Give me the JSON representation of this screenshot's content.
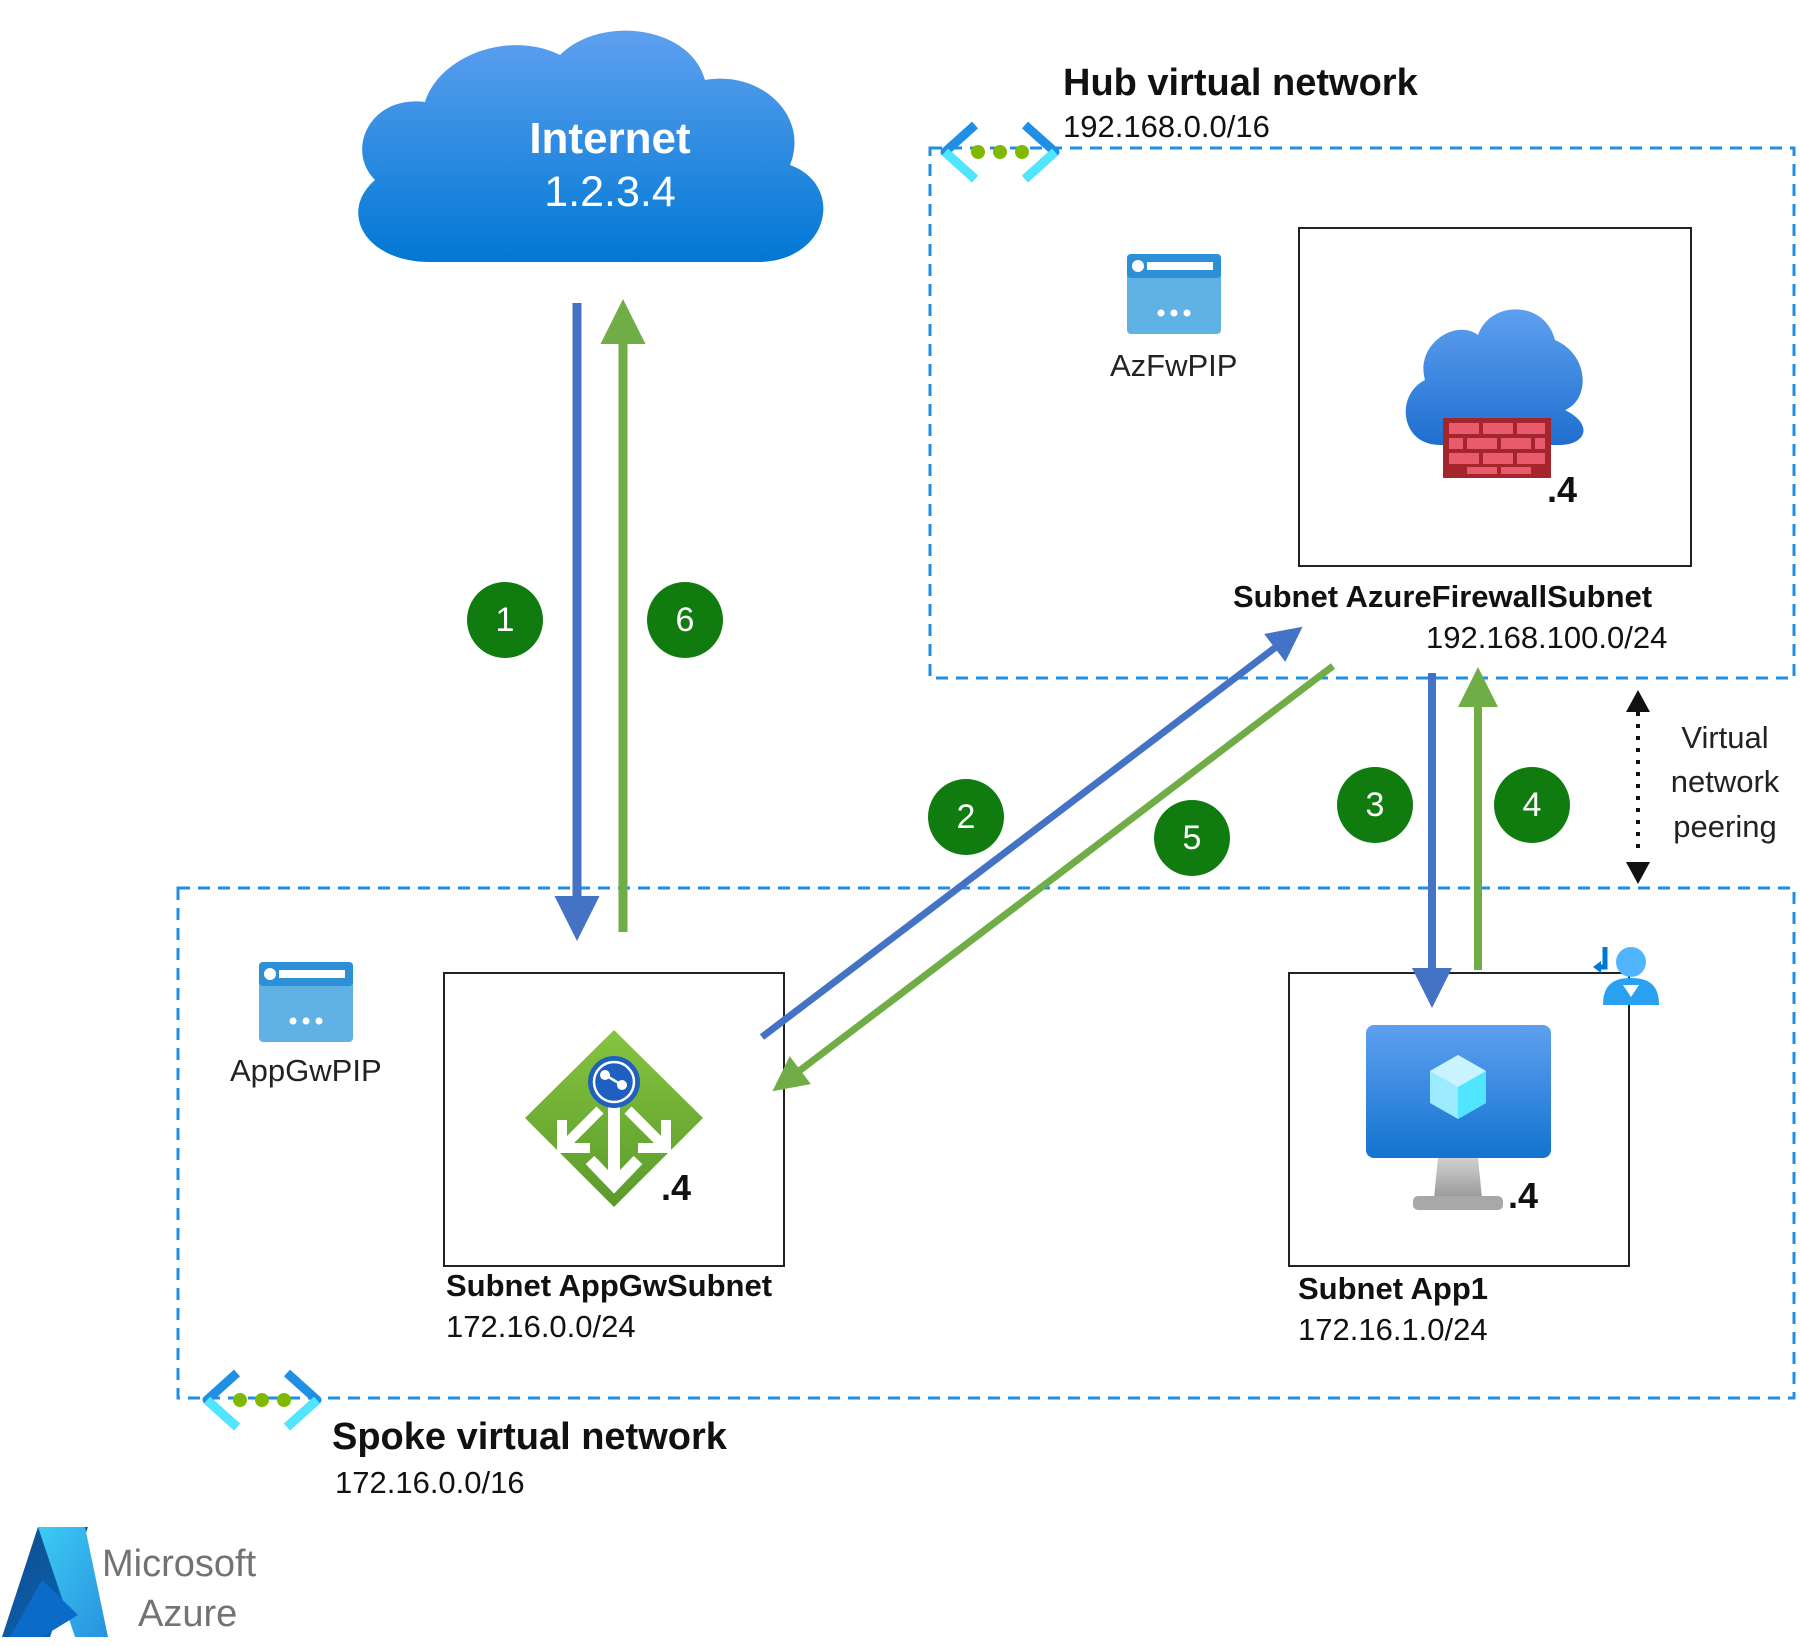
{
  "internet": {
    "title": "Internet",
    "ip": "1.2.3.4"
  },
  "hub": {
    "title": "Hub virtual network",
    "cidr": "192.168.0.0/16",
    "pip_label": "AzFwPIP",
    "subnet_name": "Subnet AzureFirewallSubnet",
    "subnet_cidr": "192.168.100.0/24",
    "host": ".4"
  },
  "spoke": {
    "title": "Spoke virtual network",
    "cidr": "172.16.0.0/16",
    "pip_label": "AppGwPIP",
    "appgw_subnet_name": "Subnet AppGwSubnet",
    "appgw_subnet_cidr": "172.16.0.0/24",
    "appgw_host": ".4",
    "app_subnet_name": "Subnet App1",
    "app_subnet_cidr": "172.16.1.0/24",
    "app_host": ".4"
  },
  "peering": {
    "line1": "Virtual",
    "line2": "network",
    "line3": "peering"
  },
  "steps": [
    "1",
    "2",
    "3",
    "4",
    "5",
    "6"
  ],
  "brand": {
    "line1": "Microsoft",
    "line2": "Azure"
  },
  "colors": {
    "request_flow": "#4472c4",
    "response_flow": "#70ad47",
    "step_badge": "#107c10",
    "vnet_border": "#1f8fe5"
  }
}
